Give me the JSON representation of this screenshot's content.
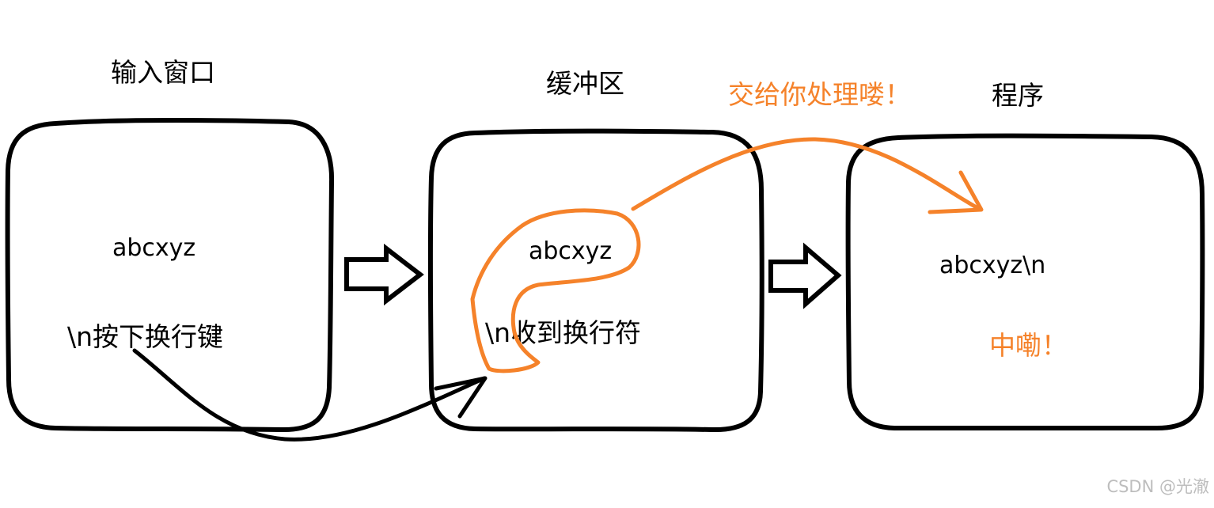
{
  "diagram": {
    "nodes": [
      {
        "title": "输入窗口",
        "line1": "abcxyz",
        "line2": "\\n按下换行键"
      },
      {
        "title": "缓冲区",
        "line1": "abcxyz",
        "line2": "\\n收到换行符"
      },
      {
        "title": "程序",
        "line1": "abcxyz\\n",
        "line2": "中嘞！"
      }
    ],
    "annotation": "交给你处理喽！",
    "colors": {
      "stroke": "#000000",
      "accent": "#f5822a",
      "watermark": "#bdbdbd"
    }
  },
  "watermark": "CSDN @光澈"
}
